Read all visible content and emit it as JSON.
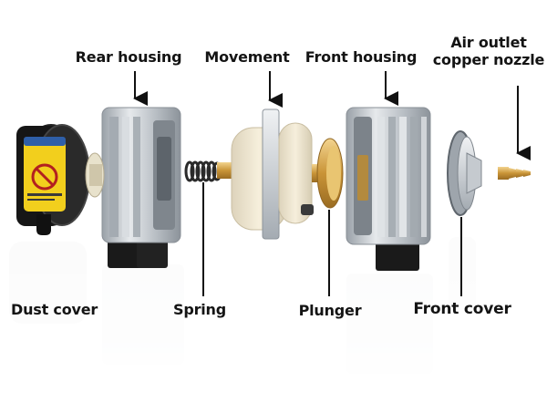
{
  "labels": {
    "rear_housing": "Rear housing",
    "movement": "Movement",
    "front_housing": "Front housing",
    "air_outlet_line1": "Air outlet",
    "air_outlet_line2": "copper nozzle",
    "dust_cover": "Dust cover",
    "spring": "Spring",
    "plunger": "Plunger",
    "front_cover": "Front cover"
  },
  "colors": {
    "background": "#ffffff",
    "aluminum": "#c9ced4",
    "black_plastic": "#1b1b1b",
    "brass": "#d8a851",
    "sticker_yellow": "#f2cf1d",
    "sticker_blue": "#2f5fa8",
    "cream": "#efe6cf"
  }
}
